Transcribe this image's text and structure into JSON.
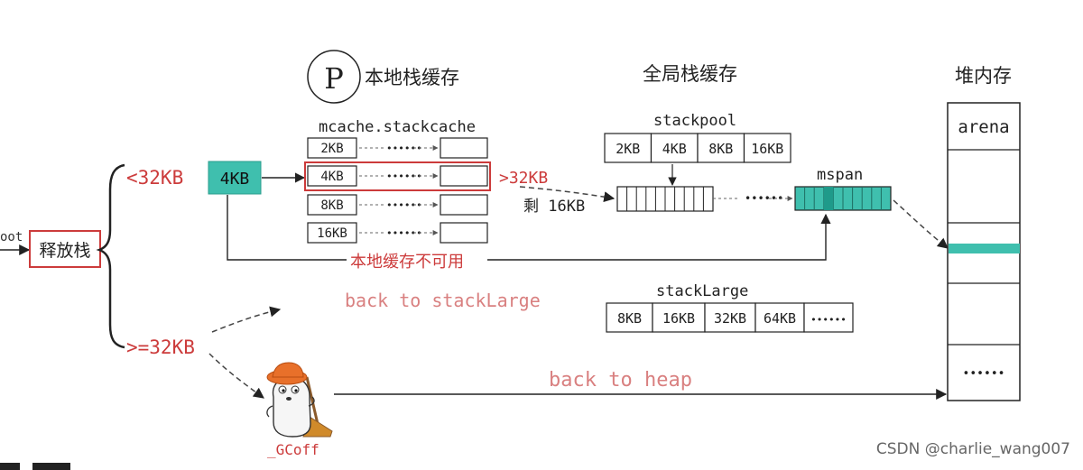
{
  "p_badge": "P",
  "headers": {
    "local_cache": "本地栈缓存",
    "global_cache": "全局栈缓存",
    "heap": "堆内存"
  },
  "left": {
    "root_text": "oot",
    "release_stack": "释放栈",
    "lt_32kb": "<32KB",
    "ge_32kb": ">=32KB",
    "size_4kb": "4KB",
    "gt_32kb_tag": ">32KB",
    "remain_16kb": "剩 16KB"
  },
  "mcache": {
    "title": "mcache.stackcache",
    "rows": [
      {
        "label": "2KB",
        "dots": "••••••"
      },
      {
        "label": "4KB",
        "dots": "••••••"
      },
      {
        "label": "8KB",
        "dots": "••••••"
      },
      {
        "label": "16KB",
        "dots": "••••••"
      }
    ],
    "highlight_row": 1
  },
  "stackpool": {
    "title": "stackpool",
    "sizes": [
      "2KB",
      "4KB",
      "8KB",
      "16KB"
    ],
    "dots": "••••••"
  },
  "mspan": {
    "title": "mspan"
  },
  "stack_large": {
    "title": "stackLarge",
    "sizes": [
      "8KB",
      "16KB",
      "32KB",
      "64KB",
      "••••••"
    ]
  },
  "heap": {
    "arena": "arena",
    "dots": "••••••"
  },
  "notes": {
    "local_unavailable": "本地缓存不可用",
    "back_to_stacklarge": "back to stackLarge",
    "back_to_heap": "back to heap"
  },
  "mascot": {
    "label": "_GCoff"
  },
  "watermark": "CSDN @charlie_wang007",
  "colors": {
    "accent_red": "#cc3b3b",
    "teal": "#3fbfae",
    "teal_dark": "#2a9c8c",
    "ink": "#222222",
    "orange": "#e8702a"
  }
}
